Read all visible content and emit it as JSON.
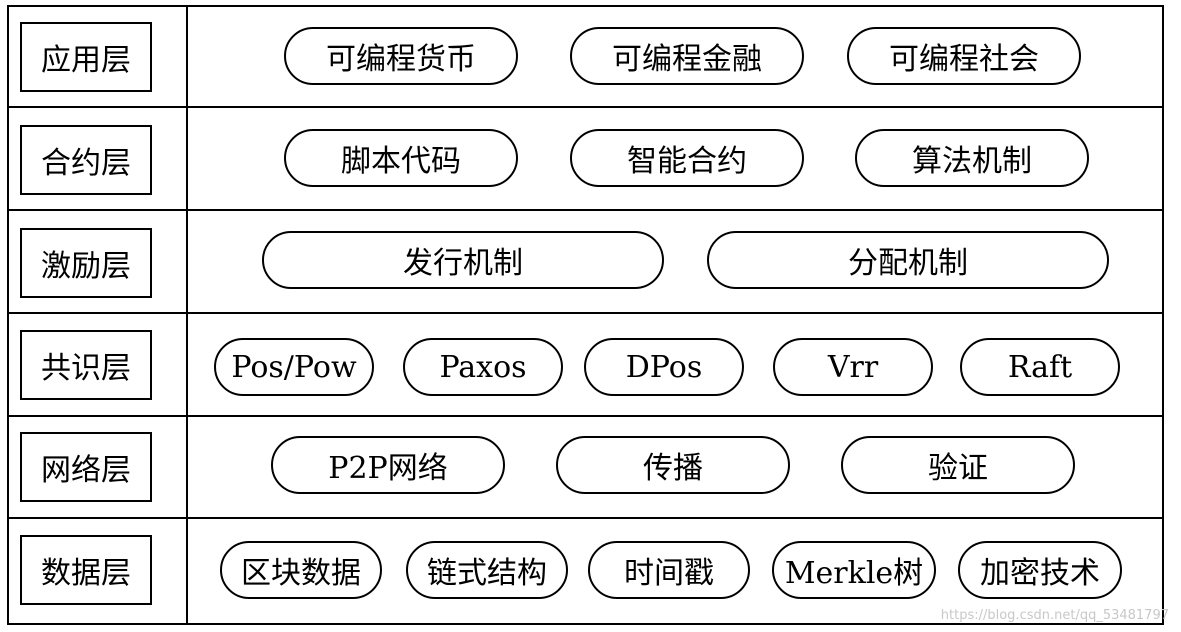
{
  "layers": [
    {
      "label": "应用层",
      "items": [
        "可编程货币",
        "可编程金融",
        "可编程社会"
      ]
    },
    {
      "label": "合约层",
      "items": [
        "脚本代码",
        "智能合约",
        "算法机制"
      ]
    },
    {
      "label": "激励层",
      "items": [
        "发行机制",
        "分配机制"
      ]
    },
    {
      "label": "共识层",
      "items": [
        "Pos/Pow",
        "Paxos",
        "DPos",
        "Vrr",
        "Raft"
      ]
    },
    {
      "label": "网络层",
      "items": [
        "P2P网络",
        "传播",
        "验证"
      ]
    },
    {
      "label": "数据层",
      "items": [
        "区块数据",
        "链式结构",
        "时间戳",
        "Merkle树",
        "加密技术"
      ]
    }
  ],
  "watermark": "https://blog.csdn.net/qq_53481797"
}
